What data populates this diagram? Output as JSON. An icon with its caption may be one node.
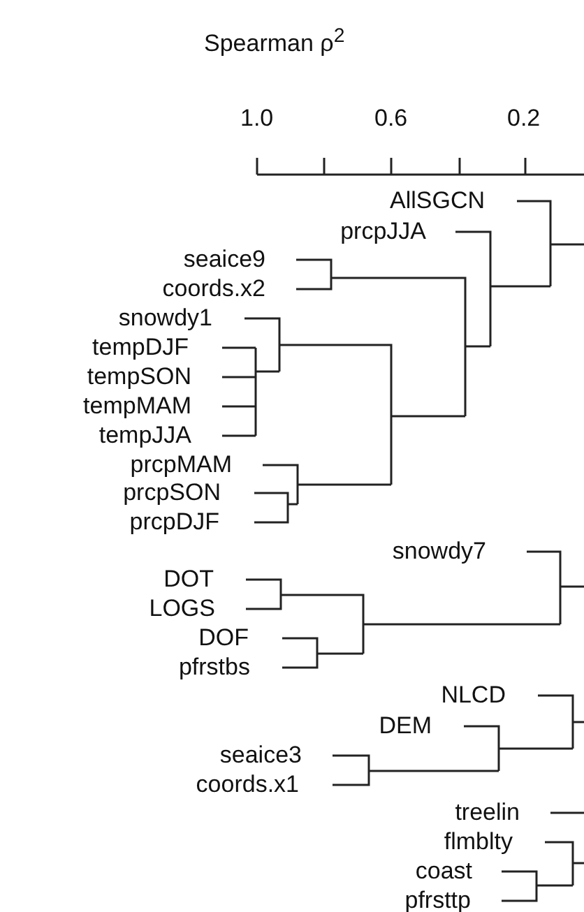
{
  "diagram": {
    "title": "Spearman ρ$^{2}$",
    "labels": [
      "1.0",
      "0.6",
      "0.2",
      "AllSGCN",
      "prcpJJA",
      "seaice9",
      "coords.x2",
      "snowdy1",
      "tempDJF",
      "tempSON",
      "tempMAM",
      "tempJJA",
      "prcpMAM",
      "prcpSON",
      "prcpDJF",
      "snowdy7",
      "DOT",
      "LOGS",
      "DOF",
      "pfrstbs",
      "NLCD",
      "DEM",
      "seaice3",
      "coords.x1",
      "treelin",
      "flmblty",
      "coast",
      "pfrsttp"
    ]
  }
}
